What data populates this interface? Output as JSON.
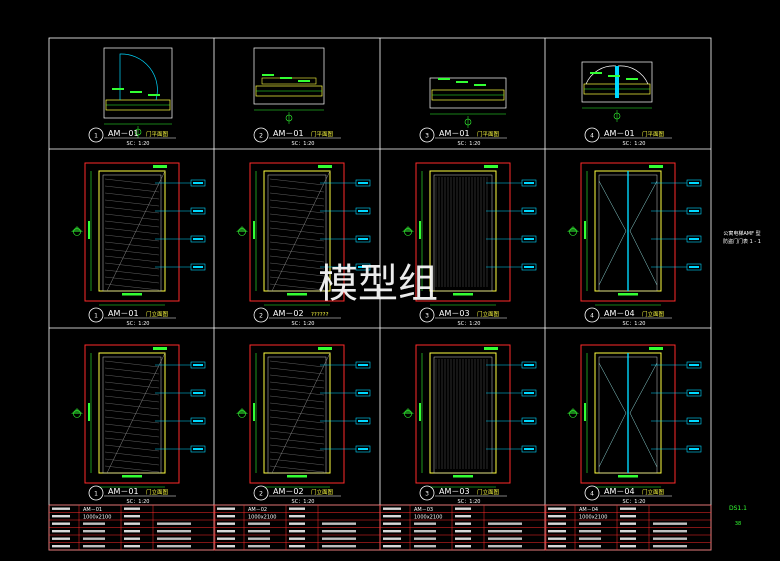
{
  "sheet": {
    "watermark": "模型组",
    "side_note_line1": "公寓电梯AMF 型",
    "side_note_line2": "防盗门门表 1 - 1",
    "sheet_code": "DS1.1",
    "page_number": "38",
    "colors": {
      "background": "#000000",
      "frame": "#ffffff",
      "door_outline": "#ff2a2a",
      "door_panel": "#ffff40",
      "dimension": "#33ff33",
      "annotation": "#00d8ff",
      "text": "#ffffff",
      "hatch": "#c8c8c8"
    }
  },
  "plan_row": [
    {
      "num": "1",
      "title": "AM－01",
      "subtitle": "门平面图",
      "scale": "SC：1:20"
    },
    {
      "num": "2",
      "title": "AM－01",
      "subtitle": "门平面图",
      "scale": "SC：1:20"
    },
    {
      "num": "3",
      "title": "AM－01",
      "subtitle": "门平面图",
      "scale": "SC：1:20"
    },
    {
      "num": "4",
      "title": "AM－01",
      "subtitle": "门平面图",
      "scale": "SC：1:20"
    }
  ],
  "elevation_row_a": [
    {
      "num": "1b",
      "title": "AM－01",
      "subtitle": "门立面图",
      "scale": "SC：1:20"
    },
    {
      "num": "2b",
      "title": "AM－02",
      "subtitle": "??????",
      "scale": "SC：1:20"
    },
    {
      "num": "3b",
      "title": "AM－03",
      "subtitle": "门立面图",
      "scale": "SC：1:20"
    },
    {
      "num": "4b",
      "title": "AM－04",
      "subtitle": "门立面图",
      "scale": "SC：1:20"
    }
  ],
  "elevation_row_b": [
    {
      "num": "1c",
      "title": "AM－01",
      "subtitle": "门立面图",
      "scale": "SC：1:20"
    },
    {
      "num": "2c",
      "title": "AM－02",
      "subtitle": "门立面图",
      "scale": "SC：1:20"
    },
    {
      "num": "3c",
      "title": "AM－03",
      "subtitle": "门立面图",
      "scale": "SC：1:20"
    },
    {
      "num": "4c",
      "title": "AM－04",
      "subtitle": "门立面图",
      "scale": "SC：1:20"
    }
  ],
  "schedule": [
    {
      "code": "AM－01",
      "size": "1000x2100"
    },
    {
      "code": "AM－02",
      "size": "1000x2100"
    },
    {
      "code": "AM－03",
      "size": "1000x2100"
    },
    {
      "code": "AM－04",
      "size": "1000x2100"
    }
  ]
}
